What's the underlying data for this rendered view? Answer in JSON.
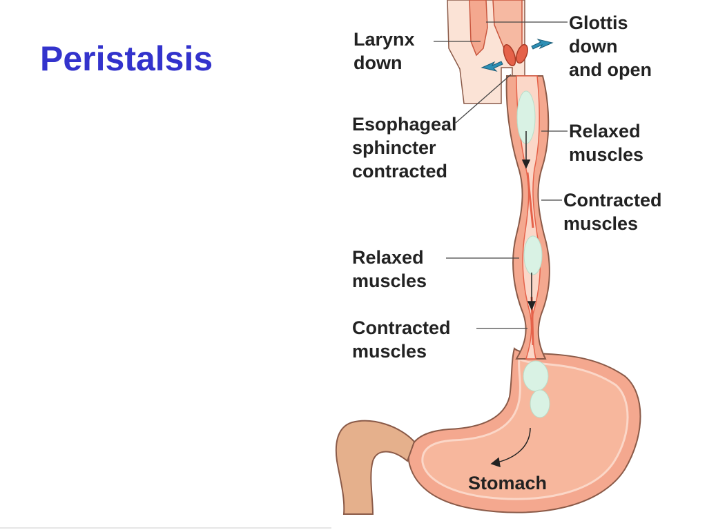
{
  "slide": {
    "title": "Peristalsis"
  },
  "labels": {
    "larynx_down": [
      "Larynx",
      "down"
    ],
    "glottis": [
      "Glottis",
      "down",
      "and open"
    ],
    "esophageal_sphincter": [
      "Esophageal",
      "sphincter",
      "contracted"
    ],
    "relaxed_upper": [
      "Relaxed",
      "muscles"
    ],
    "contracted_upper": [
      "Contracted",
      "muscles"
    ],
    "relaxed_lower": [
      "Relaxed",
      "muscles"
    ],
    "contracted_lower": [
      "Contracted",
      "muscles"
    ],
    "stomach": "Stomach"
  },
  "colors": {
    "title": "#3333cc",
    "tissue": "#f4a88f",
    "tissue_dark": "#c8553d",
    "muscle_line": "#e5624a",
    "lining": "#fbd7c8",
    "bolus": "#d9f2e4",
    "skin": "#e5b08c",
    "arrow_blue": "#2d8fb5",
    "label_text": "#222222"
  }
}
